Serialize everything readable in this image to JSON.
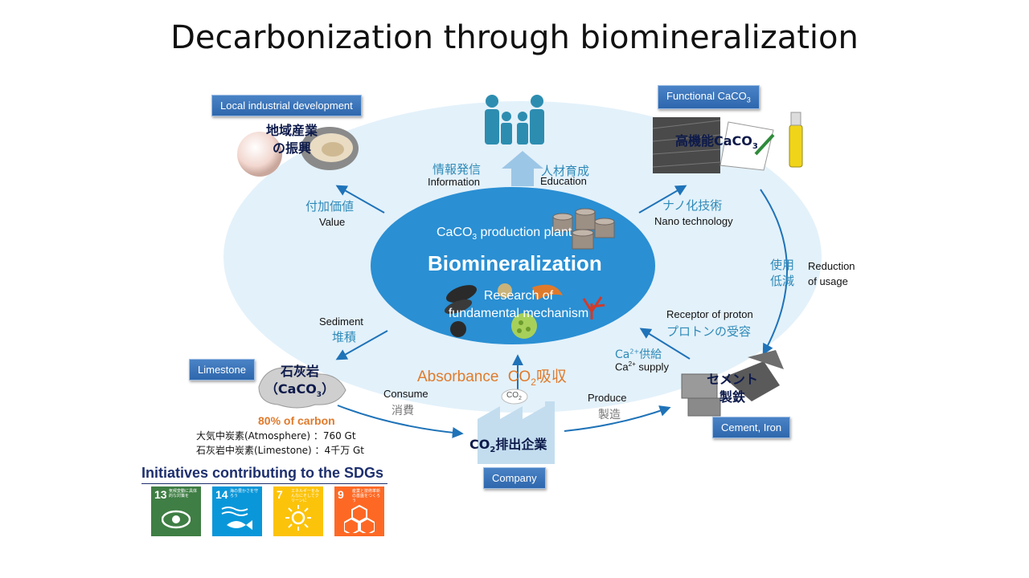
{
  "title": "Decarbonization through biomineralization",
  "center": {
    "plant_label": "CaCO3 production plant",
    "main": "Biomineralization",
    "research_line1": "Research of",
    "research_line2": "fundamental mechanism"
  },
  "top": {
    "info_jp": "情報発信",
    "info_en": "Information",
    "edu_jp": "人材育成",
    "edu_en": "Education"
  },
  "tags": {
    "local": "Local industrial development",
    "functional": "Functional CaCO3",
    "limestone": "Limestone",
    "company": "Company",
    "cement": "Cement, Iron"
  },
  "local": {
    "jp_line1": "地域産業",
    "jp_line2": "の振興"
  },
  "functional": {
    "jp": "高機能CaCO3"
  },
  "value": {
    "jp": "付加価値",
    "en": "Value"
  },
  "nano": {
    "jp": "ナノ化技術",
    "en": "Nano technology"
  },
  "usage": {
    "jp_line1": "使用",
    "jp_line2": "低減",
    "en_line1": "Reduction",
    "en_line2": "of usage"
  },
  "proton": {
    "en": "Receptor of proton",
    "jp": "プロトンの受容"
  },
  "ca_supply": {
    "jp": "Ca2+供給",
    "en": "Ca2+ supply"
  },
  "cement": {
    "jp_line1": "セメント",
    "jp_line2": "製鉄"
  },
  "sediment": {
    "en": "Sediment",
    "jp": "堆積"
  },
  "limestone": {
    "jp_line1": "石灰岩",
    "jp_line2": "（CaCO3）"
  },
  "consume": {
    "en": "Consume",
    "jp": "消費"
  },
  "produce": {
    "en": "Produce",
    "jp": "製造"
  },
  "absorbance": {
    "en": "Absorbance",
    "jp": "CO2吸収"
  },
  "co2_bubble": "CO2",
  "company": {
    "jp": "CO2排出企業"
  },
  "carbon": {
    "headline": "80% of carbon",
    "atmosphere": "大気中炭素(Atmosphere) ：760 Gt",
    "limestone": "石灰岩中炭素(Limestone) ：4千万 Gt"
  },
  "sdgs": {
    "title": "Initiatives contributing to the SDGs",
    "items": [
      {
        "num": "13",
        "text": "気候変動に具体的な対策を",
        "color": "#3f7e44",
        "icon": "eye-icon"
      },
      {
        "num": "14",
        "text": "海の豊かさを守ろう",
        "color": "#0a97d9",
        "icon": "fish-icon"
      },
      {
        "num": "7",
        "text": "エネルギーをみんなにそしてクリーンに",
        "color": "#fcc30b",
        "icon": "sun-icon"
      },
      {
        "num": "9",
        "text": "産業と技術革新の基盤をつくろう",
        "color": "#fd6925",
        "icon": "cubes-icon"
      }
    ]
  },
  "colors": {
    "ellipse": "#e3f1fa",
    "center": "#2a8fd3",
    "arrow": "#1f73b8",
    "accent": "#e07a2b"
  }
}
